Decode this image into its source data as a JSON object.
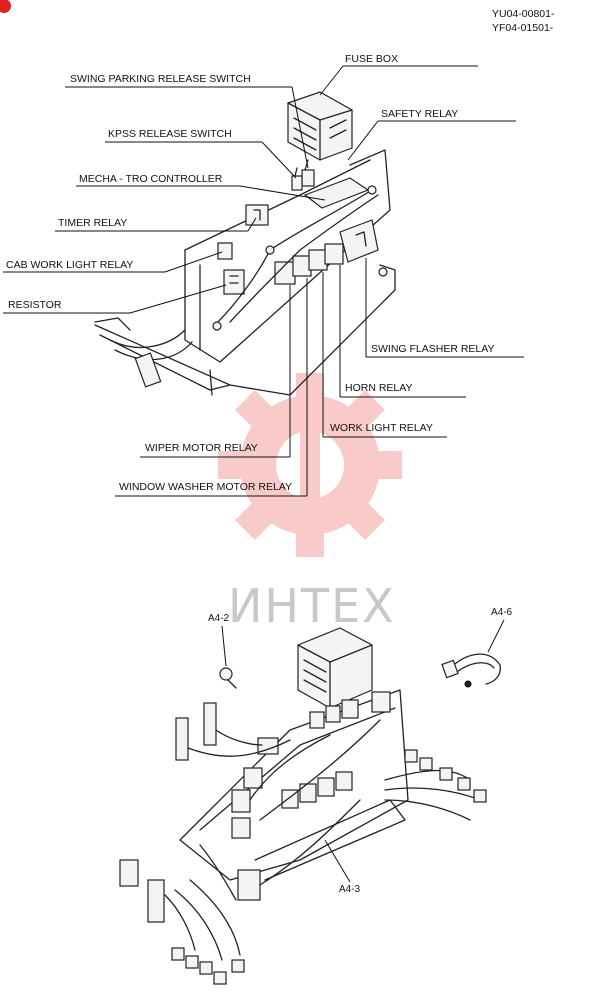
{
  "header": {
    "code1": "YU04-00801-",
    "code2": "YF04-01501-"
  },
  "upper_labels": {
    "fuse_box": "FUSE BOX",
    "swing_parking_release_switch": "SWING PARKING RELEASE SWITCH",
    "safety_relay": "SAFETY RELAY",
    "kpss_release_switch": "KPSS RELEASE SWITCH",
    "mecha_tro_controller": "MECHA - TRO CONTROLLER",
    "timer_relay": "TIMER RELAY",
    "cab_work_light_relay": "CAB WORK LIGHT RELAY",
    "resistor": "RESISTOR",
    "swing_flasher_relay": "SWING FLASHER RELAY",
    "horn_relay": "HORN  RELAY",
    "work_light_relay": "WORK LIGHT  RELAY",
    "wiper_motor_relay": "WIPER MOTOR RELAY",
    "window_washer_motor_relay": "WINDOW WASHER MOTOR RELAY"
  },
  "lower_labels": {
    "a4_2": "A4-2",
    "a4_6": "A4-6",
    "a4_3": "A4-3"
  },
  "watermark": {
    "text": "ИНТЕХ",
    "color": "#f08080"
  },
  "colors": {
    "ink": "#111111",
    "watermark_gear": "#f5a0a0",
    "corner_mark": "#e02020"
  }
}
